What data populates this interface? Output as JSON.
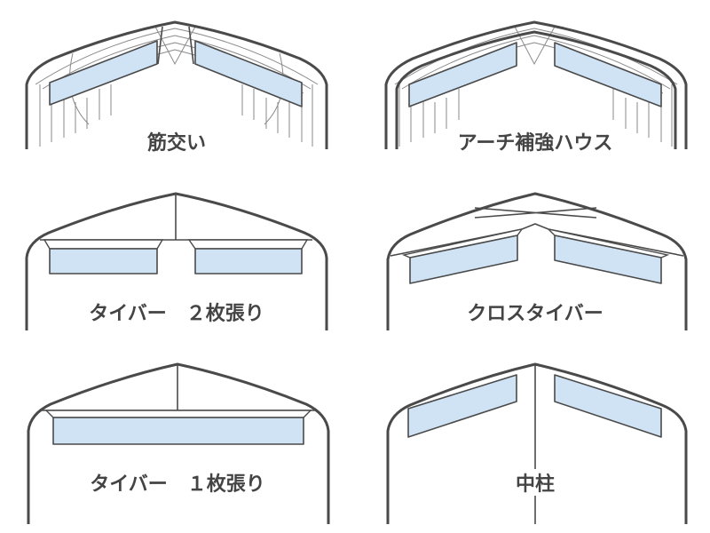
{
  "colors": {
    "panel_fill": "#cfe3f5",
    "frame": "#4a4a4a",
    "text": "#444444"
  },
  "diagrams": [
    {
      "label": "筋交い"
    },
    {
      "label": "アーチ補強ハウス"
    },
    {
      "label": "タイバー　２枚張り"
    },
    {
      "label": "クロスタイバー"
    },
    {
      "label": "タイバー　１枚張り"
    },
    {
      "label": "中柱"
    }
  ]
}
